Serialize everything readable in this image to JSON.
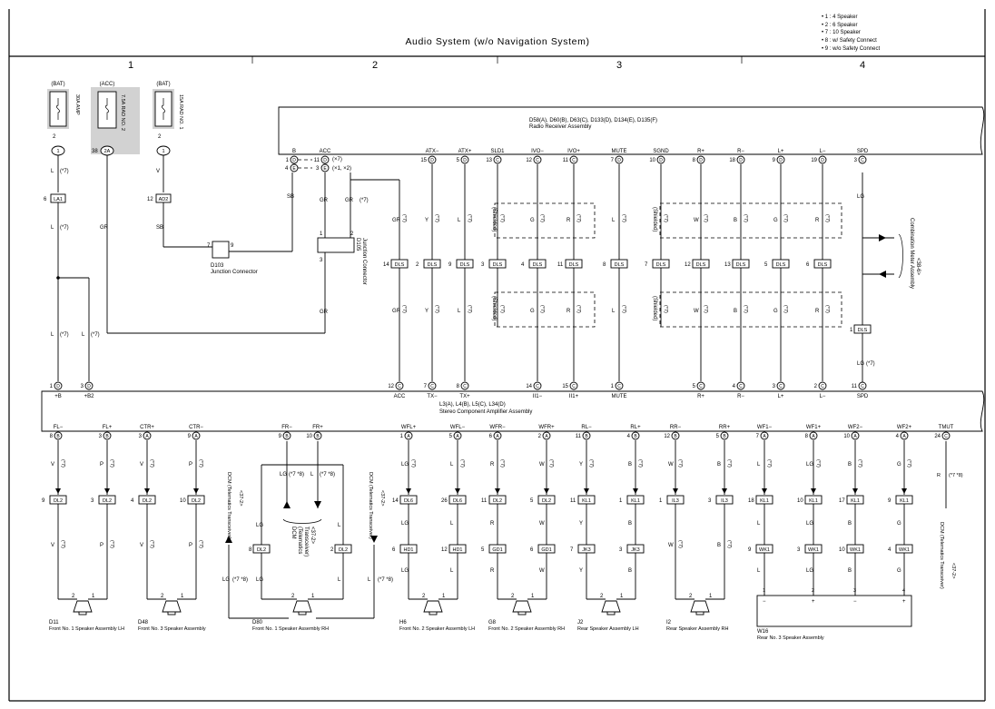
{
  "title": "Audio System (w/o Navigation System)",
  "legend": [
    "• 1 : 4 Speaker",
    "• 2 : 6 Speaker",
    "• 7 : 10 Speaker",
    "• 8 : w/ Safety Connect",
    "• 9 : w/o Safety Connect"
  ],
  "columns": [
    "1",
    "2",
    "3",
    "4"
  ],
  "fuses": [
    {
      "source": "(BAT)",
      "name": "30A AMP",
      "pin": "1",
      "num": "2"
    },
    {
      "source": "(ACC)",
      "name": "7.5A RAD NO. 2",
      "pin": "2A",
      "num": "38"
    },
    {
      "source": "(BAT)",
      "name": "15A RAD NO. 1",
      "pin": "1",
      "num": "2"
    }
  ],
  "radio": {
    "title": "D58(A), D60(B), D63(C), D133(D), D134(E), D135(F)",
    "subtitle": "Radio Receiver Assembly",
    "pins": [
      {
        "label": "B",
        "num": "1",
        "conn": "D"
      },
      {
        "label": "ACC",
        "num": "11",
        "conn": "D"
      },
      {
        "label": "ATX−",
        "num": "15",
        "conn": "D"
      },
      {
        "label": "ATX+",
        "num": "5",
        "conn": "D"
      },
      {
        "label": "SLD1",
        "num": "13",
        "conn": "C"
      },
      {
        "label": "IVO−",
        "num": "12",
        "conn": "C"
      },
      {
        "label": "IVO+",
        "num": "11",
        "conn": "C"
      },
      {
        "label": "MUTE",
        "num": "7",
        "conn": "D"
      },
      {
        "label": "SGND",
        "num": "10",
        "conn": "D"
      },
      {
        "label": "R+",
        "num": "8",
        "conn": "D"
      },
      {
        "label": "R−",
        "num": "18",
        "conn": "D"
      },
      {
        "label": "L+",
        "num": "9",
        "conn": "D"
      },
      {
        "label": "L−",
        "num": "19",
        "conn": "D"
      },
      {
        "label": "SPD",
        "num": "3",
        "conn": "C"
      }
    ],
    "extra_pins": [
      {
        "num": "4",
        "conn": "E"
      },
      {
        "num": "3",
        "conn": "E",
        "note": "(×1, ×2)"
      }
    ],
    "acc_note": "(×7)"
  },
  "amp": {
    "title": "L3(A), L4(B), L5(C), L34(D)",
    "subtitle": "Stereo Component Amplifier Assembly",
    "top_pins": [
      {
        "label": "+B",
        "num": "1",
        "conn": "D"
      },
      {
        "label": "+B2",
        "num": "3",
        "conn": "D"
      },
      {
        "label": "ACC",
        "num": "12",
        "conn": "C"
      },
      {
        "label": "TX−",
        "num": "7",
        "conn": "C"
      },
      {
        "label": "TX+",
        "num": "8",
        "conn": "C"
      },
      {
        "label": "II1−",
        "num": "14",
        "conn": "C"
      },
      {
        "label": "II1+",
        "num": "15",
        "conn": "C"
      },
      {
        "label": "MUTE",
        "num": "1",
        "conn": "C"
      },
      {
        "label": "R+",
        "num": "5",
        "conn": "C"
      },
      {
        "label": "R−",
        "num": "4",
        "conn": "C"
      },
      {
        "label": "L+",
        "num": "3",
        "conn": "C"
      },
      {
        "label": "L−",
        "num": "2",
        "conn": "C"
      },
      {
        "label": "SPD",
        "num": "11",
        "conn": "C"
      }
    ],
    "bottom_pins": [
      {
        "label": "FL−",
        "num": "8",
        "conn": "B"
      },
      {
        "label": "FL+",
        "num": "3",
        "conn": "B"
      },
      {
        "label": "CTR+",
        "num": "3",
        "conn": "A"
      },
      {
        "label": "CTR−",
        "num": "9",
        "conn": "A"
      },
      {
        "label": "FR−",
        "num": "9",
        "conn": "B"
      },
      {
        "label": "FR+",
        "num": "10",
        "conn": "B"
      },
      {
        "label": "WFL+",
        "num": "1",
        "conn": "A"
      },
      {
        "label": "WFL−",
        "num": "5",
        "conn": "A"
      },
      {
        "label": "WFR−",
        "num": "6",
        "conn": "A"
      },
      {
        "label": "WFR+",
        "num": "2",
        "conn": "A"
      },
      {
        "label": "RL−",
        "num": "11",
        "conn": "B"
      },
      {
        "label": "RL+",
        "num": "4",
        "conn": "B"
      },
      {
        "label": "RR−",
        "num": "12",
        "conn": "B"
      },
      {
        "label": "RR+",
        "num": "5",
        "conn": "B"
      },
      {
        "label": "WF1−",
        "num": "7",
        "conn": "A"
      },
      {
        "label": "WF1+",
        "num": "8",
        "conn": "A"
      },
      {
        "label": "WF2−",
        "num": "10",
        "conn": "A"
      },
      {
        "label": "WF2+",
        "num": "4",
        "conn": "A"
      },
      {
        "label": "TMUT",
        "num": "24",
        "conn": "C"
      }
    ]
  },
  "speakers": [
    {
      "id": "D11",
      "name": "Front No. 1 Speaker Assembly LH"
    },
    {
      "id": "D48",
      "name": "Front No. 3 Speaker Assembly"
    },
    {
      "id": "D80",
      "name": "Front No. 1 Speaker Assembly RH"
    },
    {
      "id": "H6",
      "name": "Front No. 2 Speaker Assembly LH"
    },
    {
      "id": "G8",
      "name": "Front No. 2 Speaker Assembly RH"
    },
    {
      "id": "J2",
      "name": "Rear Speaker Assembly LH"
    },
    {
      "id": "I2",
      "name": "Rear Speaker Assembly RH"
    },
    {
      "id": "W16",
      "name": "Rear No. 3 Speaker Assembly"
    }
  ],
  "junctions": {
    "d103": {
      "id": "D103",
      "name": "Junction Connector",
      "pins": [
        "7",
        "9"
      ]
    },
    "d105": {
      "id": "D105",
      "name": "Junction Connector",
      "pins": [
        "1",
        "2",
        "3"
      ]
    }
  },
  "combination_meter": {
    "name": "Combination Meter Assembly",
    "ref": "<38-6>"
  },
  "dcm": {
    "name": "DCM (Telematics Transceiver)",
    "ref": "<37-2>"
  }
}
